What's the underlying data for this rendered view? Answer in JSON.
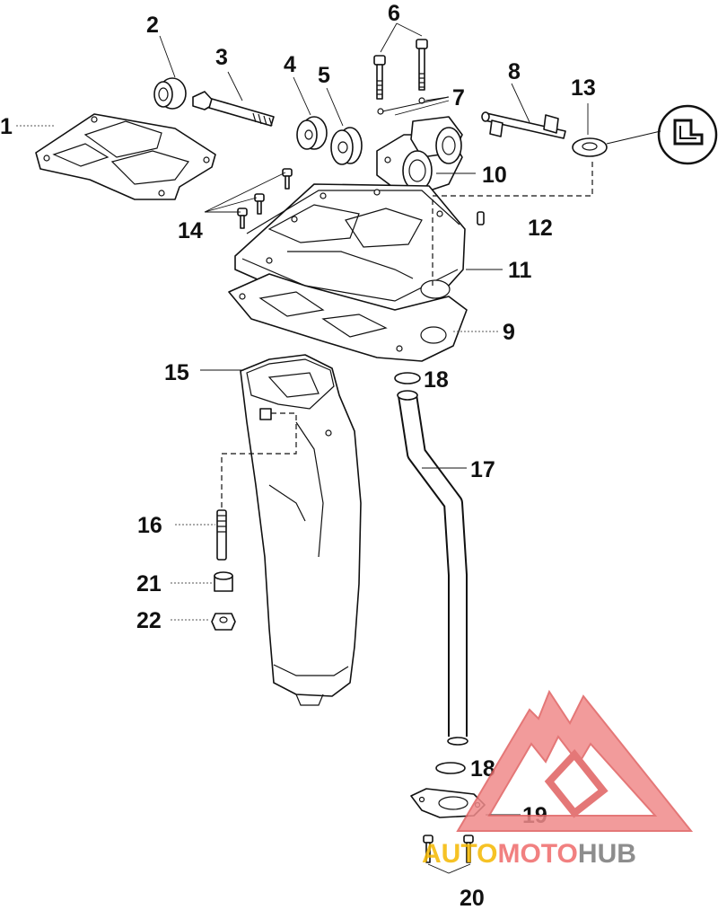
{
  "callouts": {
    "c1": "1",
    "c2": "2",
    "c3": "3",
    "c4": "4",
    "c5": "5",
    "c6": "6",
    "c7": "7",
    "c8": "8",
    "c9": "9",
    "c10": "10",
    "c11": "11",
    "c12": "12",
    "c13": "13",
    "c14": "14",
    "c15": "15",
    "c16": "16",
    "c17": "17",
    "c18a": "18",
    "c18b": "18",
    "c19": "19",
    "c20": "20",
    "c21": "21",
    "c22": "22"
  },
  "watermark": {
    "part1": "AUTO",
    "part2": "MOTO",
    "part3": "HUB",
    "color1": "#f5b800",
    "color2": "#ef6b6b",
    "color3": "#7a7a7a"
  },
  "icons": {
    "sealant": "sealant-tube-icon"
  }
}
